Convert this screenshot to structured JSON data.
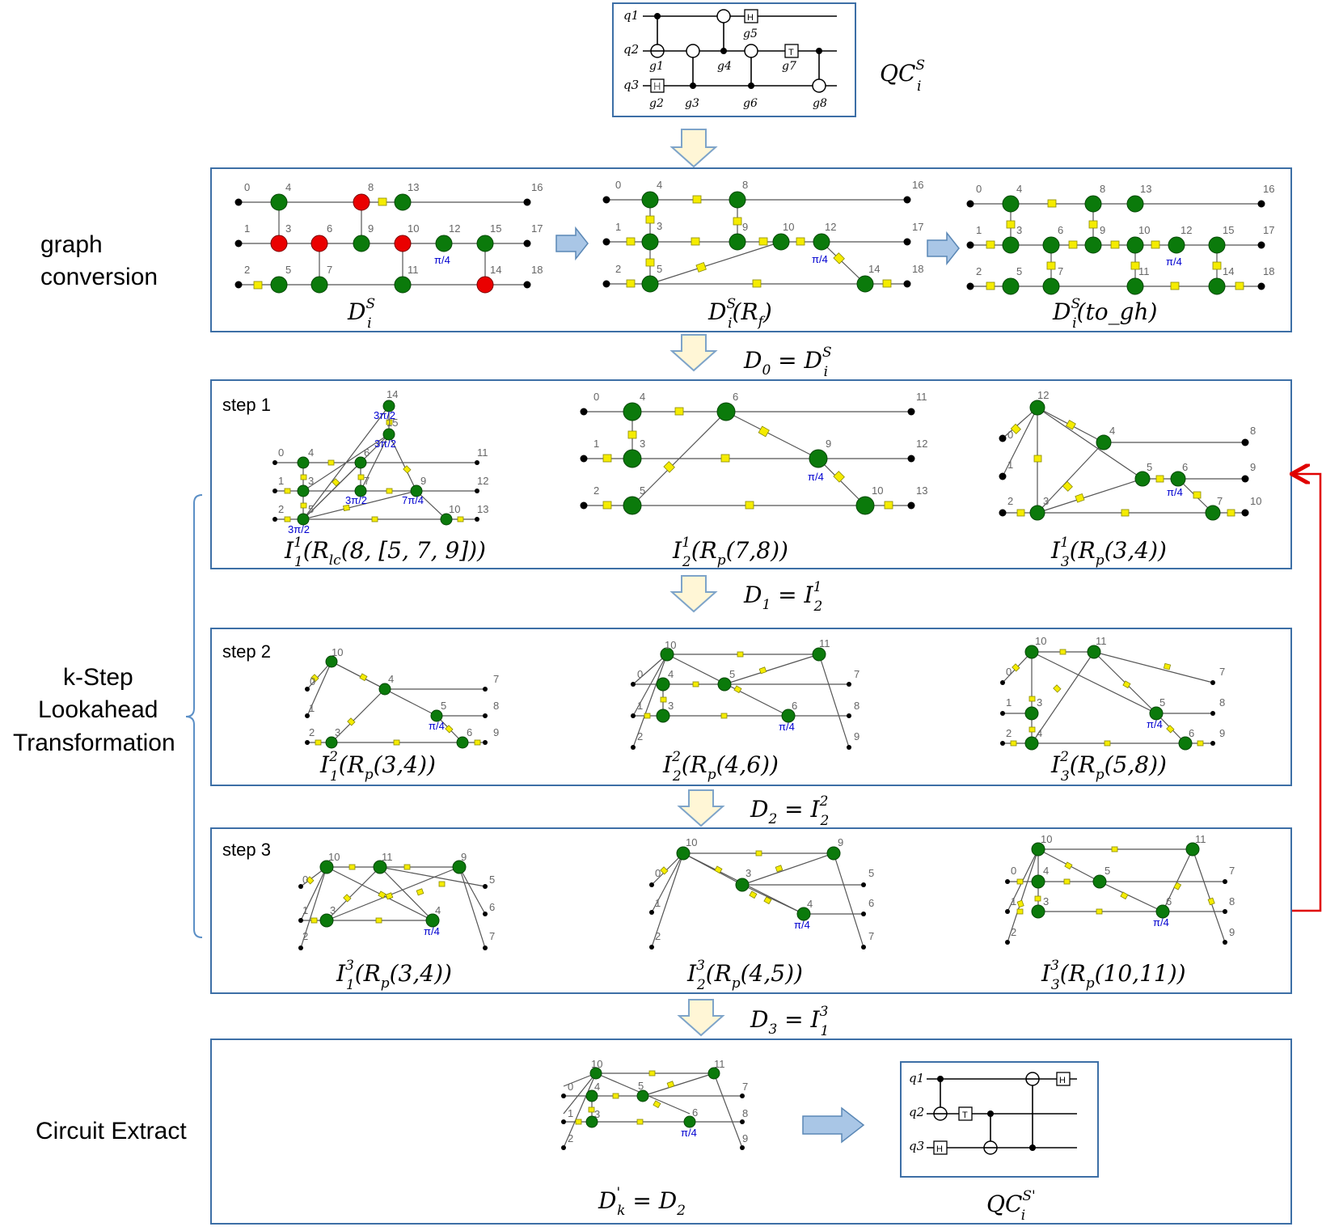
{
  "side_labels": {
    "graph_conversion": [
      "graph",
      "conversion"
    ],
    "lookahead": [
      "k-Step",
      "Lookahead",
      "Transformation"
    ],
    "extract": "Circuit Extract"
  },
  "steps": [
    "step 1",
    "step 2",
    "step 3"
  ],
  "circuits": {
    "top_label": "QC",
    "top_label_sup": "S",
    "top_label_sub": "i",
    "bottom_label_sup": "S'",
    "qubits": [
      "q1",
      "q2",
      "q3"
    ],
    "gates_top": [
      "g1",
      "g2",
      "g3",
      "g4",
      "g5",
      "g6",
      "g7",
      "g8"
    ],
    "gate_h": "H",
    "gate_t": "T"
  },
  "graph_row": {
    "captions": [
      "D_i^S",
      "D_i^S(R_f)",
      "D_i^S(to_gh)"
    ],
    "caption_text": [
      "D",
      "D",
      "D"
    ],
    "caption_args": [
      "",
      "(R",
      "(to_gh)"
    ],
    "arg_f": "f",
    "phase": "π/4",
    "numbers": [
      "0",
      "1",
      "2",
      "3",
      "4",
      "5",
      "6",
      "7",
      "8",
      "9",
      "10",
      "11",
      "12",
      "13",
      "14",
      "15",
      "16",
      "17",
      "18"
    ]
  },
  "transitions": {
    "d0": {
      "left": "D",
      "sub": "0",
      "eq": " = D",
      "sup": "S",
      "sub2": "i"
    },
    "d1": {
      "left": "D",
      "sub": "1",
      "eq": " = I",
      "sup": "1",
      "sub2": "2"
    },
    "d2": {
      "left": "D",
      "sub": "2",
      "eq": " = I",
      "sup": "2",
      "sub2": "2"
    },
    "d3": {
      "left": "D",
      "sub": "3",
      "eq": " = I",
      "sup": "3",
      "sub2": "1"
    },
    "dk": {
      "left": "D",
      "sub": "k",
      "prime": "'",
      "eq": " = D",
      "sub2": "2"
    }
  },
  "step1": {
    "captions": [
      {
        "sup": "1",
        "sub": "1",
        "arg": "(R",
        "rsub": "lc",
        "rest": "(8, [5, 7, 9]))"
      },
      {
        "sup": "1",
        "sub": "2",
        "arg": "(R",
        "rsub": "p",
        "rest": "(7,8))"
      },
      {
        "sup": "1",
        "sub": "3",
        "arg": "(R",
        "rsub": "p",
        "rest": "(3,4))"
      }
    ],
    "phases": [
      "3π/2",
      "3π/2",
      "3π/2",
      "7π/4",
      "3π/2",
      "π/4",
      "π/4"
    ]
  },
  "step2": {
    "captions": [
      {
        "sup": "2",
        "sub": "1",
        "arg": "(R",
        "rsub": "p",
        "rest": "(3,4))"
      },
      {
        "sup": "2",
        "sub": "2",
        "arg": "(R",
        "rsub": "p",
        "rest": "(4,6))"
      },
      {
        "sup": "2",
        "sub": "3",
        "arg": "(R",
        "rsub": "p",
        "rest": "(5,8))"
      }
    ]
  },
  "step3": {
    "captions": [
      {
        "sup": "3",
        "sub": "1",
        "arg": "(R",
        "rsub": "p",
        "rest": "(3,4))"
      },
      {
        "sup": "3",
        "sub": "2",
        "arg": "(R",
        "rsub": "p",
        "rest": "(4,5))"
      },
      {
        "sup": "3",
        "sub": "3",
        "arg": "(R",
        "rsub": "p",
        "rest": "(10,11))"
      }
    ]
  },
  "colors": {
    "panel_border": "#3d6fa6",
    "z_spider": "#0b7a0b",
    "x_spider": "#ea0000",
    "hadamard": "#f5ec00",
    "feedback": "#e00000"
  }
}
